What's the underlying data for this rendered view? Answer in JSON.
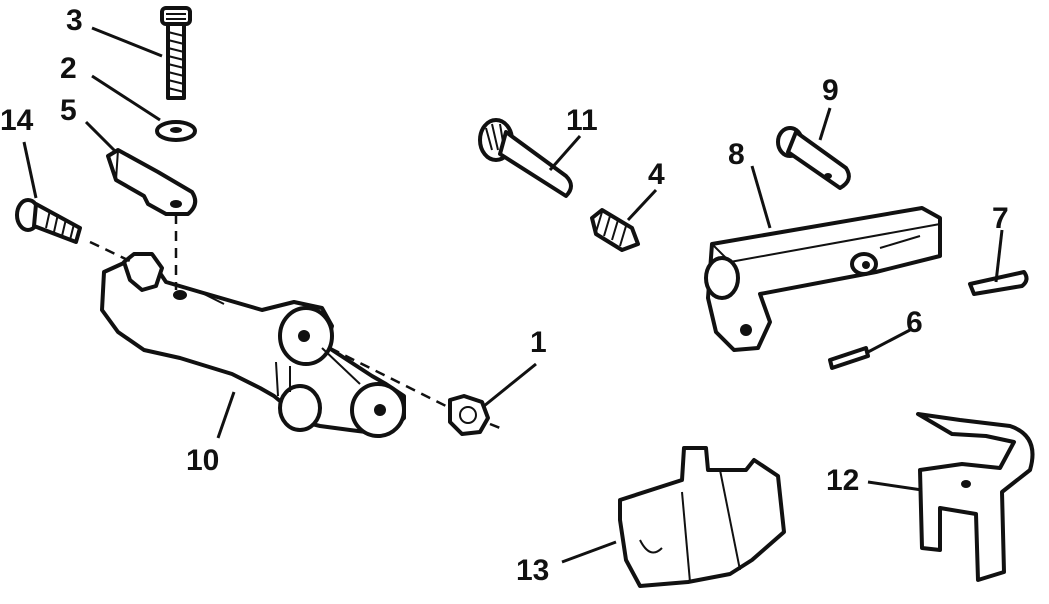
{
  "parts": [
    {
      "id": "part-1",
      "label": "1"
    },
    {
      "id": "part-2",
      "label": "2"
    },
    {
      "id": "part-3",
      "label": "3"
    },
    {
      "id": "part-4",
      "label": "4"
    },
    {
      "id": "part-5",
      "label": "5"
    },
    {
      "id": "part-6",
      "label": "6"
    },
    {
      "id": "part-7",
      "label": "7"
    },
    {
      "id": "part-8",
      "label": "8"
    },
    {
      "id": "part-9",
      "label": "9"
    },
    {
      "id": "part-10",
      "label": "10"
    },
    {
      "id": "part-11",
      "label": "11"
    },
    {
      "id": "part-12",
      "label": "12"
    },
    {
      "id": "part-13",
      "label": "13"
    },
    {
      "id": "part-14",
      "label": "14"
    }
  ]
}
